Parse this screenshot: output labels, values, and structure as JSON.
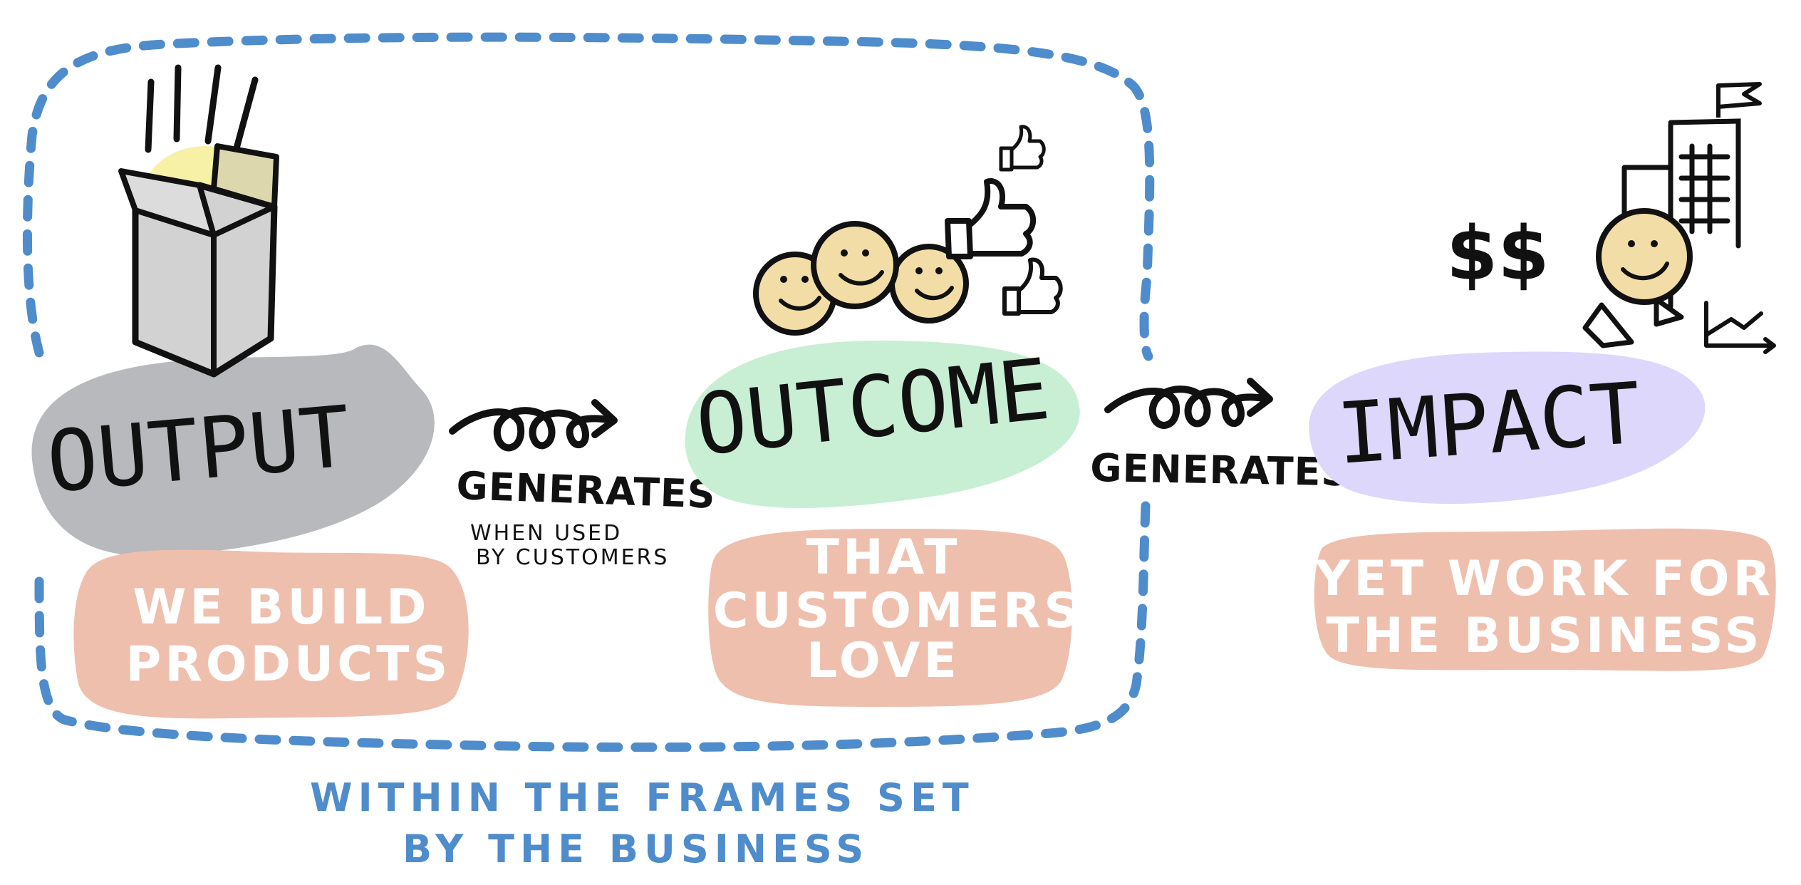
{
  "colors": {
    "frame": "#4f8ccb",
    "output_blob": "#b7b9bc",
    "outcome_blob": "#c8efd4",
    "impact_blob": "#dcd7fb",
    "caption_blob": "#efbfae",
    "highlight": "#f7f1a6",
    "face": "#f3dda6"
  },
  "icons": {
    "output": "open-box-icon",
    "outcome": "smiling-faces-icon",
    "impact": "business-growth-icon",
    "arrow": "loop-arrow-icon"
  },
  "stages": [
    {
      "title": "OUTPUT",
      "caption_lines": [
        "WE BUILD",
        "PRODUCTS"
      ]
    },
    {
      "title": "OUTCOME",
      "caption_lines": [
        "THAT",
        "CUSTOMERS",
        "LOVE"
      ]
    },
    {
      "title": "IMPACT",
      "caption_lines": [
        "YET WORK FOR",
        "THE BUSINESS"
      ]
    }
  ],
  "connectors": [
    {
      "label": "GENERATES",
      "note_lines": [
        "WHEN USED",
        "BY CUSTOMERS"
      ]
    },
    {
      "label": "GENERATES"
    }
  ],
  "impact_symbol": "$$",
  "frame_note_lines": [
    "WITHIN THE FRAMES SET",
    "BY THE BUSINESS"
  ]
}
